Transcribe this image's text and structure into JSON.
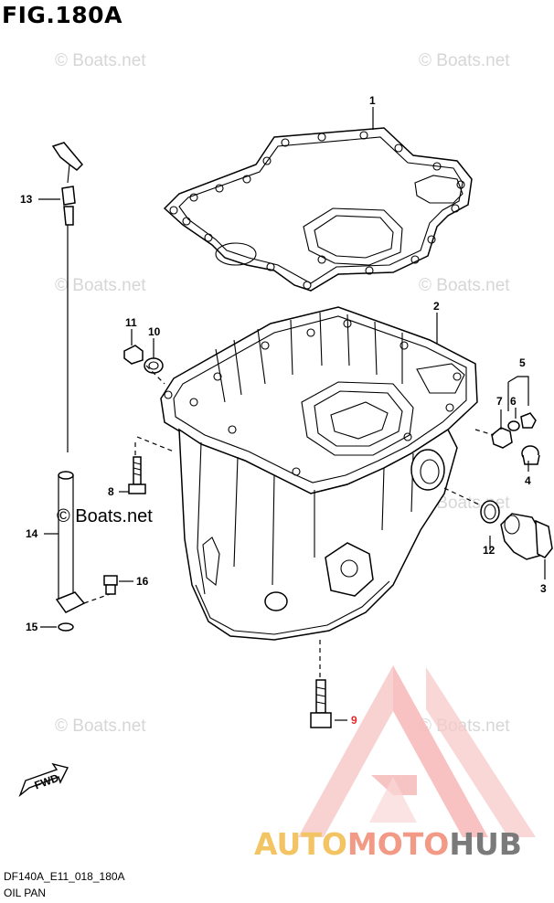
{
  "figure": {
    "title": "FIG.180A"
  },
  "footer": {
    "code": "DF140A_E11_018_180A",
    "name": "OIL PAN"
  },
  "watermark": {
    "text": "© Boats.net",
    "short": "Boats.net"
  },
  "logo": {
    "part1": "AUTO",
    "part2": "MOTO",
    "part3": "HUB",
    "color1": "#f2c463",
    "color2": "#f29a86",
    "color3": "#7a7a7a",
    "triangle_color": "#e8262c"
  },
  "direction": {
    "label": "FWD"
  },
  "callouts": [
    "1",
    "2",
    "3",
    "4",
    "5",
    "6",
    "7",
    "8",
    "9",
    "10",
    "11",
    "12",
    "13",
    "14",
    "15",
    "16"
  ]
}
